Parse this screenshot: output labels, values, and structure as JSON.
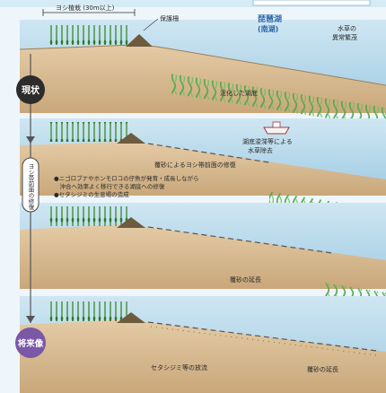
{
  "header": {
    "reed_width_label": "ヨシ植栽 (30m以上)",
    "embankment_label": "保護柵",
    "lake_name": "琵琶湖",
    "lake_sub": "(南湖)",
    "weed_label": "水草の",
    "weed_label2": "異常繁茂"
  },
  "stages": {
    "current": "現状",
    "transition": "ヨシ帯前面の修復",
    "future": "将来像"
  },
  "panel1": {
    "mud_label": "泥化した湖底"
  },
  "panel2": {
    "boat_label": "湖底浚渫等による",
    "boat_label2": "水草除去",
    "sand_label": "覆砂によるヨシ帯前面の修復",
    "bullets": [
      "●ニゴロブナやホンモロコの仔魚が発育・成長しながら",
      "　沖合へ効率よく移行できる湖底への修復",
      "●セタシジミの生息場の造成"
    ]
  },
  "panel3": {
    "sand_ext_label": "覆砂の延長"
  },
  "panel4": {
    "clam_label": "セタシジミ等の放流",
    "sand_ext_label": "覆砂の延長"
  }
}
